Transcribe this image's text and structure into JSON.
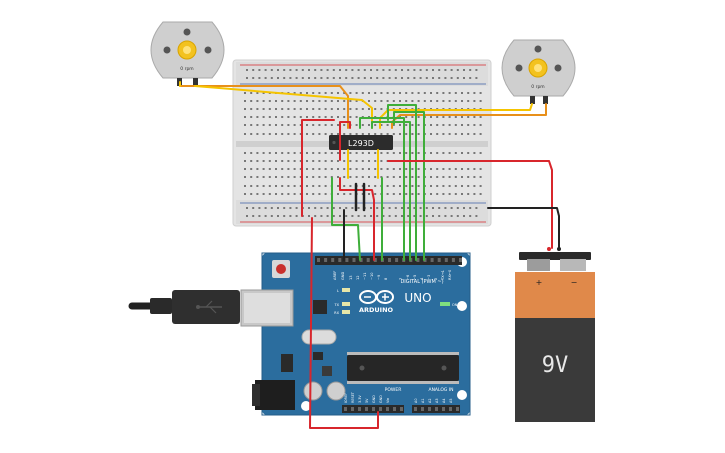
{
  "ic": {
    "label": "L293D"
  },
  "motors": {
    "left_rpm": "0 rpm",
    "right_rpm": "0 rpm"
  },
  "battery": {
    "voltage": "9V",
    "plus": "+",
    "minus": "−"
  },
  "arduino": {
    "brand": "ARDUINO",
    "model": "UNO",
    "digital": "DIGITAL (PWM ~)",
    "power": "POWER",
    "analog": "ANALOG IN",
    "on": "ON",
    "tx": "TX",
    "rx": "RX",
    "l": "L",
    "aref": "AREF",
    "gnd": "GND",
    "d13": "13",
    "d12": "12",
    "d11": "~11",
    "d10": "~10",
    "d9": "~9",
    "d8": "8",
    "d7": "7",
    "d6": "~6",
    "d5": "~5",
    "d4": "4",
    "d3": "~3",
    "d2": "2",
    "d1": "TX→1",
    "d0": "RX←0",
    "ioref": "IOREF",
    "reset": "RESET",
    "v33": "3.3V",
    "v5": "5V",
    "pgnd1": "GND",
    "pgnd2": "GND",
    "vin": "Vin",
    "a0": "A0",
    "a1": "A1",
    "a2": "A2",
    "a3": "A3",
    "a4": "A4",
    "a5": "A5"
  },
  "colors": {
    "red": "#d8262c",
    "green": "#3fae3a",
    "yellow": "#f5c400",
    "orange": "#e8901a",
    "black": "#222222",
    "board": "#2b6d9e"
  }
}
